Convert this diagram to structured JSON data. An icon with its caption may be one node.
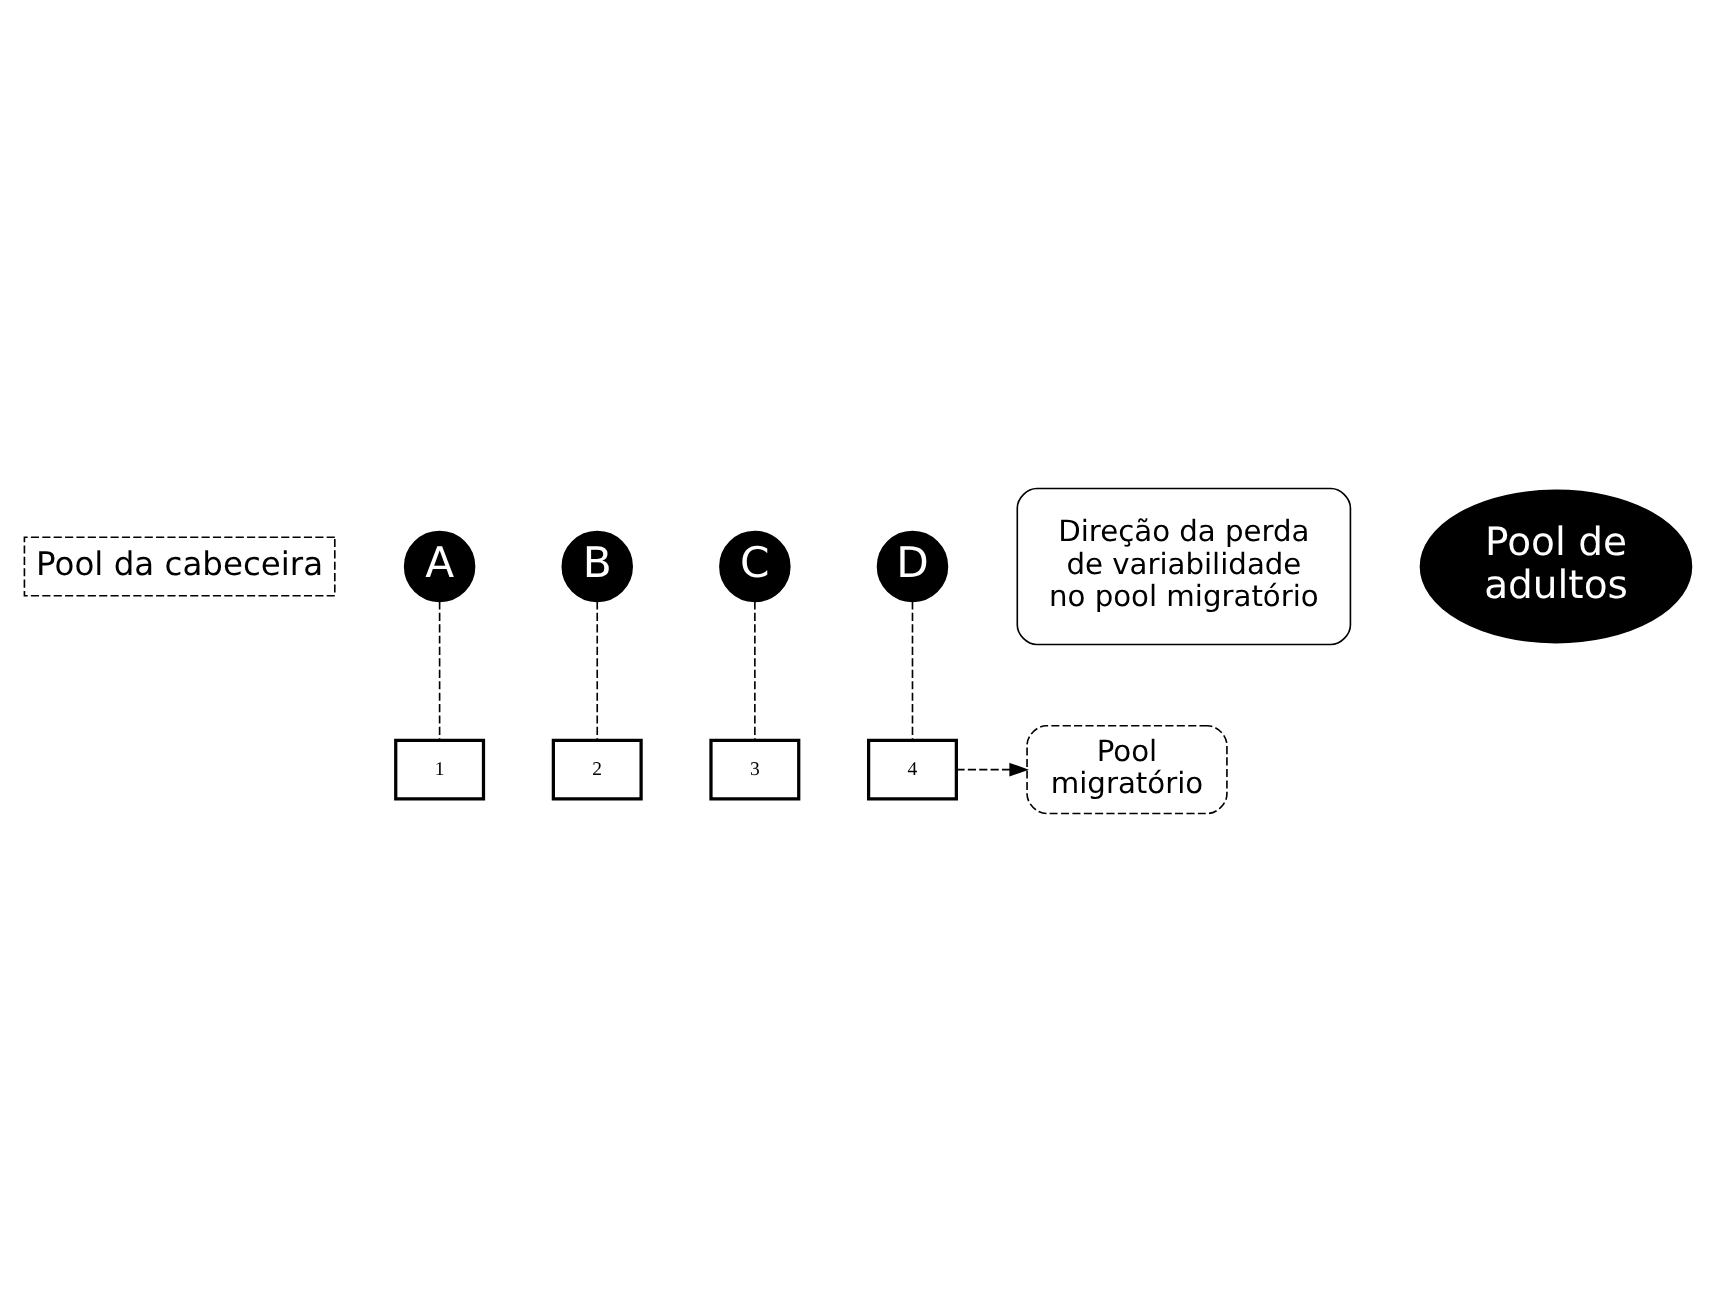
{
  "diagram": {
    "nodes": [
      {
        "text": [
          "Pool da cabeceira"
        ]
      },
      {
        "text": [
          "A"
        ]
      },
      {
        "text": [
          "B"
        ]
      },
      {
        "text": [
          "C"
        ]
      },
      {
        "text": [
          "D"
        ]
      },
      {
        "text": [
          "1"
        ]
      },
      {
        "text": [
          "2"
        ]
      },
      {
        "text": [
          "3"
        ]
      },
      {
        "text": [
          "4"
        ]
      },
      {
        "text": [
          "Pool migratório"
        ]
      },
      {
        "text": [
          "Direção da perda de variabilidade no pool migratório"
        ]
      },
      {
        "text": [
          "Pool de adultos"
        ]
      }
    ],
    "edges": [
      {
        "from": 1,
        "to": 5,
        "arrow": "none",
        "style": "dashed"
      },
      {
        "from": 2,
        "to": 6,
        "arrow": "none",
        "style": "dashed"
      },
      {
        "from": 3,
        "to": 7,
        "arrow": "none",
        "style": "dashed"
      },
      {
        "from": 4,
        "to": 8,
        "arrow": "none",
        "style": "dashed"
      },
      {
        "from": 8,
        "to": 9,
        "arrow": "to",
        "style": "dashed"
      }
    ]
  }
}
